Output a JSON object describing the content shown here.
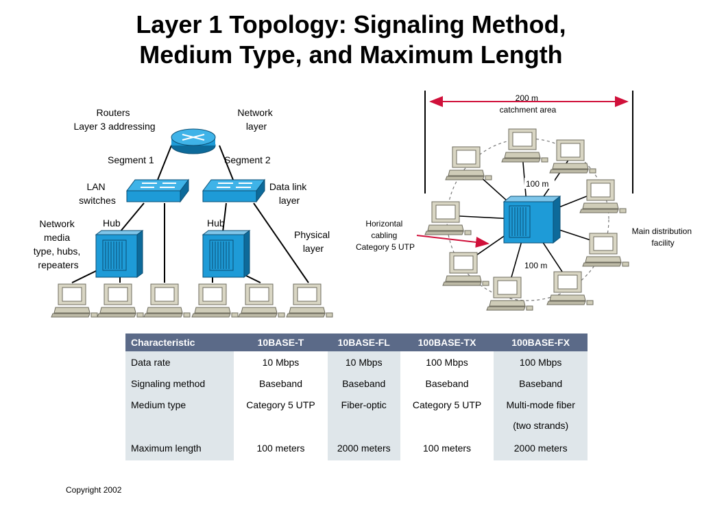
{
  "title": {
    "line1": "Layer 1 Topology: Signaling Method,",
    "line2": "Medium Type, and Maximum Length"
  },
  "left_diagram": {
    "routers_label": [
      "Routers",
      "Layer 3 addressing"
    ],
    "network_layer_label": [
      "Network",
      "layer"
    ],
    "segment1": "Segment 1",
    "segment2": "Segment 2",
    "lan_switches_label": [
      "LAN",
      "switches"
    ],
    "data_link_label": [
      "Data link",
      "layer"
    ],
    "hub1": "Hub",
    "hub2": "Hub",
    "network_media_label": [
      "Network",
      "media",
      "type, hubs,",
      "repeaters"
    ],
    "physical_layer_label": [
      "Physical",
      "layer"
    ],
    "icons": [
      "router-icon",
      "switch-icon",
      "hub-icon",
      "computer-icon"
    ]
  },
  "right_diagram": {
    "catchment": [
      "200 m",
      "catchment area"
    ],
    "radius_top": "100 m",
    "radius_bottom": "100 m",
    "horizontal_cabling": [
      "Horizontal",
      "cabling",
      "Category 5 UTP"
    ],
    "mdf_label": [
      "Main distribution",
      "facility"
    ],
    "arrow_color": "#d0103a"
  },
  "table": {
    "headers": [
      "Characteristic",
      "10BASE-T",
      "10BASE-FL",
      "100BASE-TX",
      "100BASE-FX"
    ],
    "rows": [
      [
        "Data rate",
        "10 Mbps",
        "10 Mbps",
        "100 Mbps",
        "100 Mbps"
      ],
      [
        "Signaling method",
        "Baseband",
        "Baseband",
        "Baseband",
        "Baseband"
      ],
      [
        "Medium type",
        "Category 5 UTP",
        "Fiber-optic",
        "Category 5 UTP",
        "Multi-mode fiber"
      ],
      [
        "",
        "",
        "",
        "",
        "(two strands)"
      ],
      [
        "Maximum length",
        "100 meters",
        "2000 meters",
        "100 meters",
        "2000 meters"
      ]
    ],
    "header_color": "#5b6a88",
    "shade_color": "#dfe6ea"
  },
  "copyright": "Copyright 2002",
  "colors": {
    "device_blue": "#1e9bd7",
    "device_dark": "#0d6a9a",
    "computer_beige": "#d9d6c4",
    "computer_shadow": "#8a8876"
  }
}
